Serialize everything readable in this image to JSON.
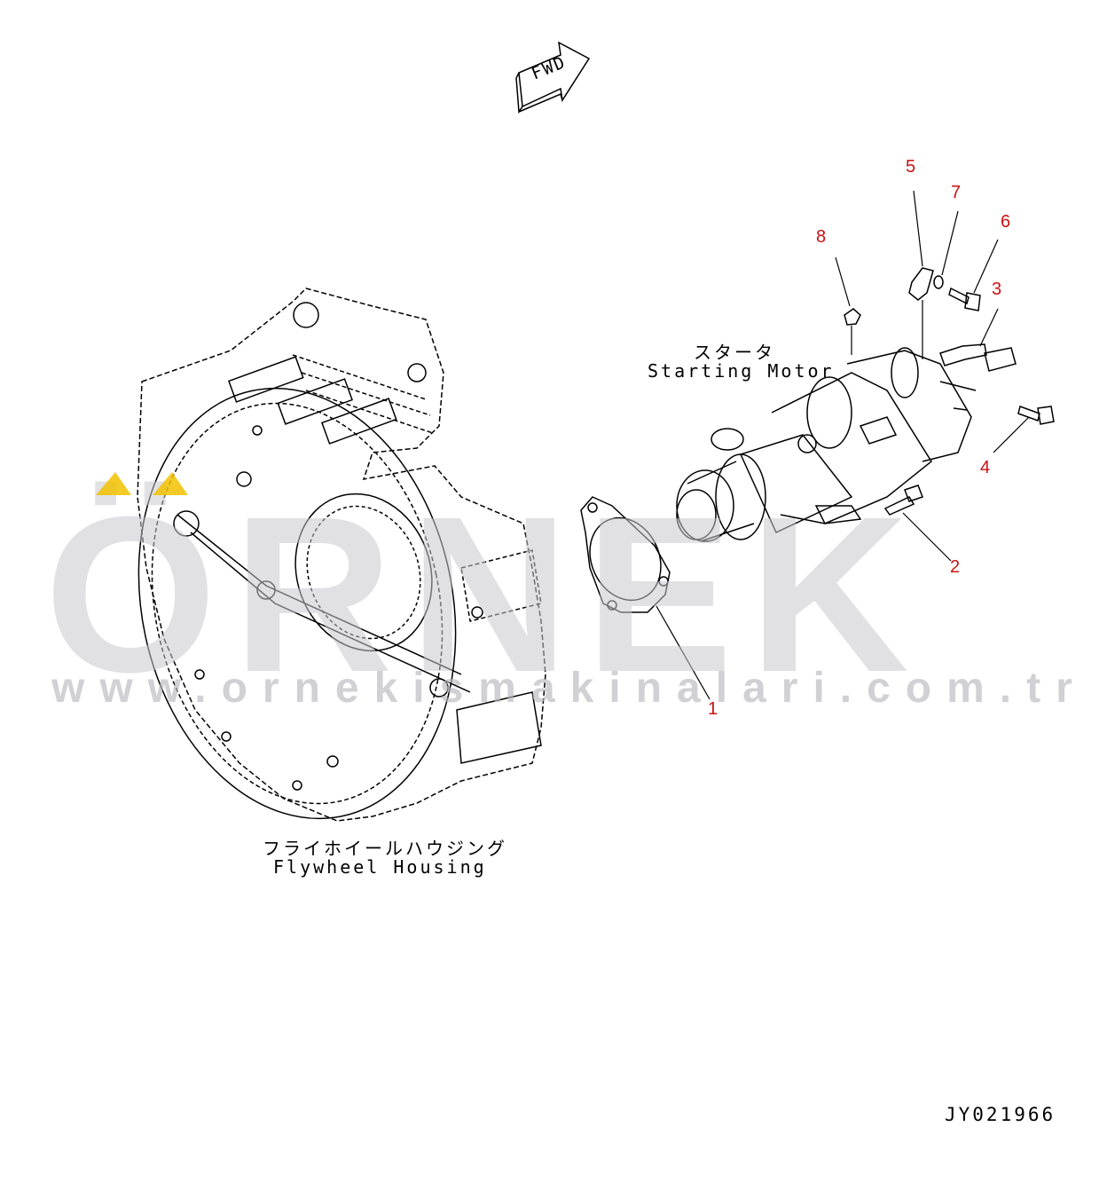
{
  "fwd_label": "FWD",
  "housing": {
    "jp": "フライホイールハウジング",
    "en": "Flywheel Housing"
  },
  "motor": {
    "jp": "スタータ",
    "en": "Starting Motor"
  },
  "callouts": [
    "1",
    "2",
    "3",
    "4",
    "5",
    "6",
    "7",
    "8"
  ],
  "watermark": {
    "brand": "ÖRNEK",
    "url": "www.ornekismakinalari.com.tr",
    "accent": "#f2c200"
  },
  "drawing_code": "JY021966",
  "colors": {
    "line": "#000000",
    "callout": "#cc1111",
    "watermark": "#c8c8cd"
  }
}
